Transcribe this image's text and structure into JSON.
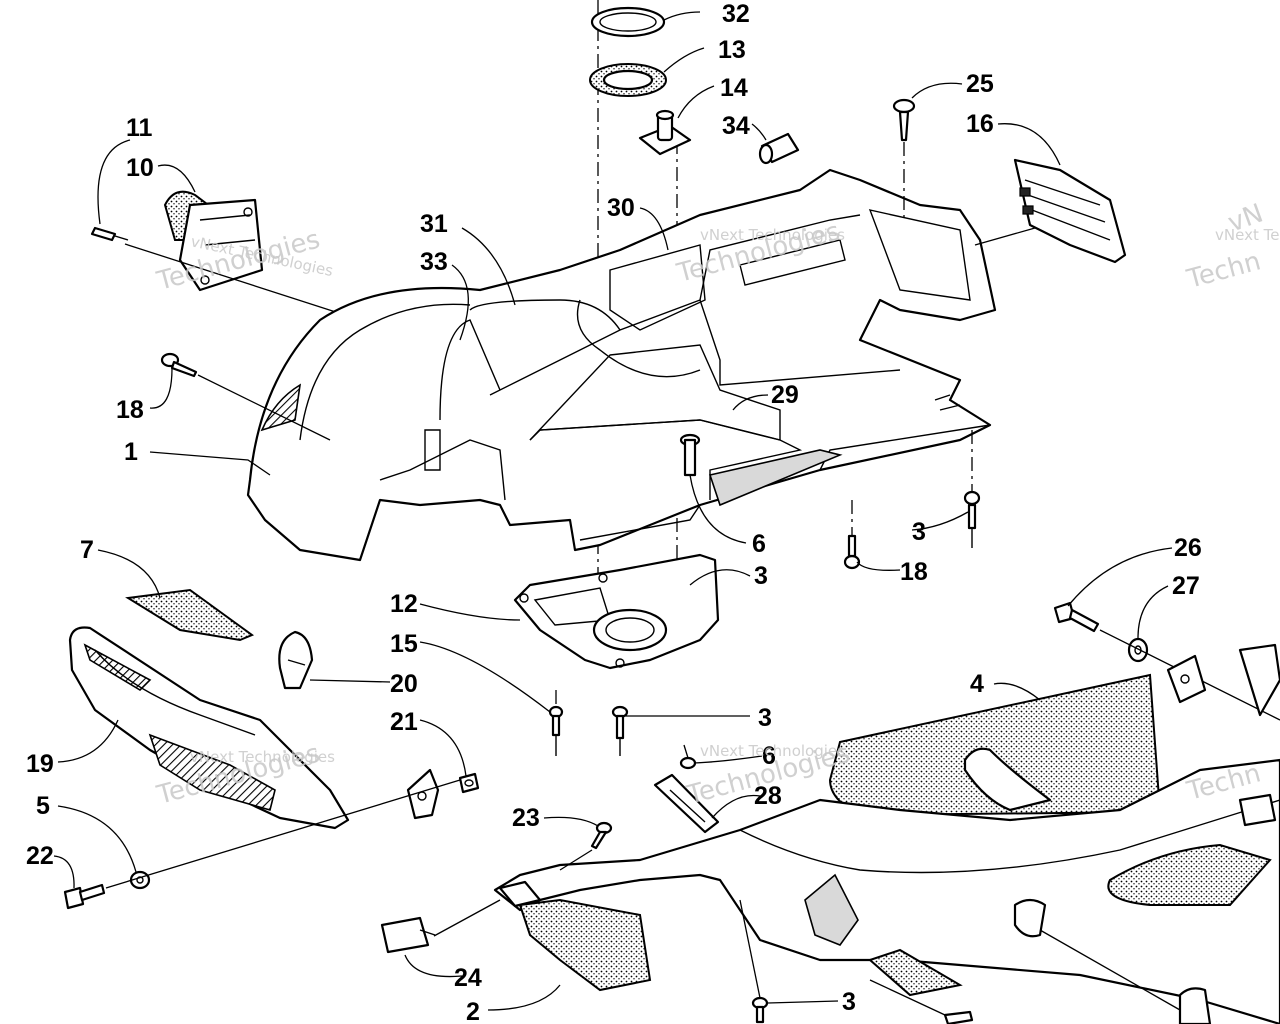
{
  "watermark": {
    "brand_line": "vNext Technologies",
    "partial_line": "vNext Te",
    "word": "Technologies",
    "partial_word": "Techn",
    "corner_fragment": "vN"
  },
  "callouts": [
    {
      "id": "c32",
      "label": "32"
    },
    {
      "id": "c13",
      "label": "13"
    },
    {
      "id": "c14",
      "label": "14"
    },
    {
      "id": "c34",
      "label": "34"
    },
    {
      "id": "c25",
      "label": "25"
    },
    {
      "id": "c16",
      "label": "16"
    },
    {
      "id": "c11",
      "label": "11"
    },
    {
      "id": "c10",
      "label": "10"
    },
    {
      "id": "c31",
      "label": "31"
    },
    {
      "id": "c30",
      "label": "30"
    },
    {
      "id": "c33",
      "label": "33"
    },
    {
      "id": "c18a",
      "label": "18"
    },
    {
      "id": "c29",
      "label": "29"
    },
    {
      "id": "c1",
      "label": "1"
    },
    {
      "id": "c6a",
      "label": "6"
    },
    {
      "id": "c3a",
      "label": "3"
    },
    {
      "id": "c18b",
      "label": "18"
    },
    {
      "id": "c7",
      "label": "7"
    },
    {
      "id": "c12",
      "label": "12"
    },
    {
      "id": "c3b",
      "label": "3"
    },
    {
      "id": "c26",
      "label": "26"
    },
    {
      "id": "c27",
      "label": "27"
    },
    {
      "id": "c15",
      "label": "15"
    },
    {
      "id": "c20",
      "label": "20"
    },
    {
      "id": "c4",
      "label": "4"
    },
    {
      "id": "c3c",
      "label": "3"
    },
    {
      "id": "c21",
      "label": "21"
    },
    {
      "id": "c19",
      "label": "19"
    },
    {
      "id": "c6b",
      "label": "6"
    },
    {
      "id": "c28",
      "label": "28"
    },
    {
      "id": "c5",
      "label": "5"
    },
    {
      "id": "c23",
      "label": "23"
    },
    {
      "id": "c22",
      "label": "22"
    },
    {
      "id": "c24",
      "label": "24"
    },
    {
      "id": "c3d",
      "label": "3"
    },
    {
      "id": "c2",
      "label": "2"
    }
  ]
}
